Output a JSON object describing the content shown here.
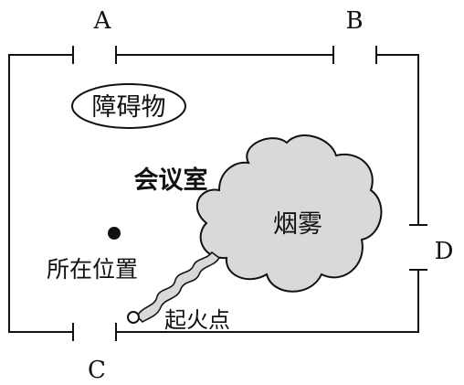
{
  "doors": {
    "a": "A",
    "b": "B",
    "c": "C",
    "d": "D"
  },
  "labels": {
    "obstacle": "障碍物",
    "room": "会议室",
    "smoke": "烟雾",
    "position": "所在位置",
    "fire_origin": "起火点"
  },
  "colors": {
    "line": "#111111",
    "smoke_fill": "#d9d9d9",
    "background": "#ffffff"
  }
}
